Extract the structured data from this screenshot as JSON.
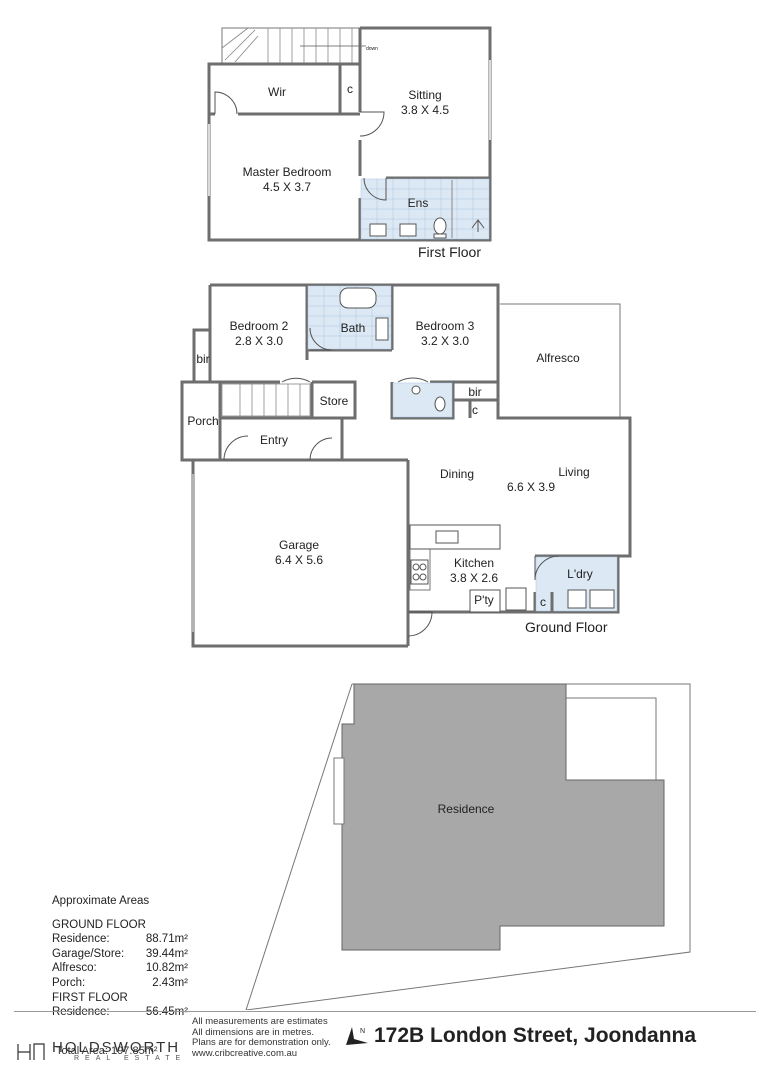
{
  "first_floor": {
    "caption": "First Floor",
    "rooms": {
      "wir": "Wir",
      "c": "c",
      "sitting": "Sitting",
      "sitting_dim": "3.8 X 4.5",
      "master": "Master Bedroom",
      "master_dim": "4.5 X 3.7",
      "ens": "Ens",
      "down": "down"
    }
  },
  "ground_floor": {
    "caption": "Ground Floor",
    "rooms": {
      "bed2": "Bedroom 2",
      "bed2_dim": "2.8 X 3.0",
      "bath": "Bath",
      "bed3": "Bedroom 3",
      "bed3_dim": "3.2 X 3.0",
      "alfresco": "Alfresco",
      "bir_left": "bir",
      "bir_right": "bir",
      "c_right": "c",
      "store": "Store",
      "porch": "Porch",
      "entry": "Entry",
      "dining": "Dining",
      "living": "Living",
      "dining_living_dim": "6.6 X 3.9",
      "garage": "Garage",
      "garage_dim": "6.4 X 5.6",
      "kitchen": "Kitchen",
      "kitchen_dim": "3.8 X 2.6",
      "pty": "P'ty",
      "ldry": "L'dry",
      "c_ldry": "c"
    }
  },
  "site": {
    "residence": "Residence"
  },
  "areas": {
    "title": "Approximate Areas",
    "ground_heading": "GROUND FLOOR",
    "ground": [
      {
        "label": "Residence:",
        "value": "88.71m²"
      },
      {
        "label": "Garage/Store:",
        "value": "39.44m²"
      },
      {
        "label": "Alfresco:",
        "value": "10.82m²"
      },
      {
        "label": "Porch:",
        "value": "2.43m²"
      }
    ],
    "first_heading": "FIRST FLOOR",
    "first": [
      {
        "label": "Residence:",
        "value": "56.45m²"
      }
    ],
    "total_label": "Total Area:",
    "total_value": "197.85m²"
  },
  "disclaimer": {
    "line1": "All measurements are estimates",
    "line2": "All dimensions are in metres.",
    "line3": "Plans are for demonstration only.",
    "line4": "www.cribcreative.com.au"
  },
  "brand": {
    "name": "HOLDSWORTH",
    "sub": "REAL ESTATE"
  },
  "address": "172B London Street, Joondanna",
  "colors": {
    "wall": "#6e6e6e",
    "tile": "#dce9f5",
    "residence_fill": "#a8a8a8"
  }
}
